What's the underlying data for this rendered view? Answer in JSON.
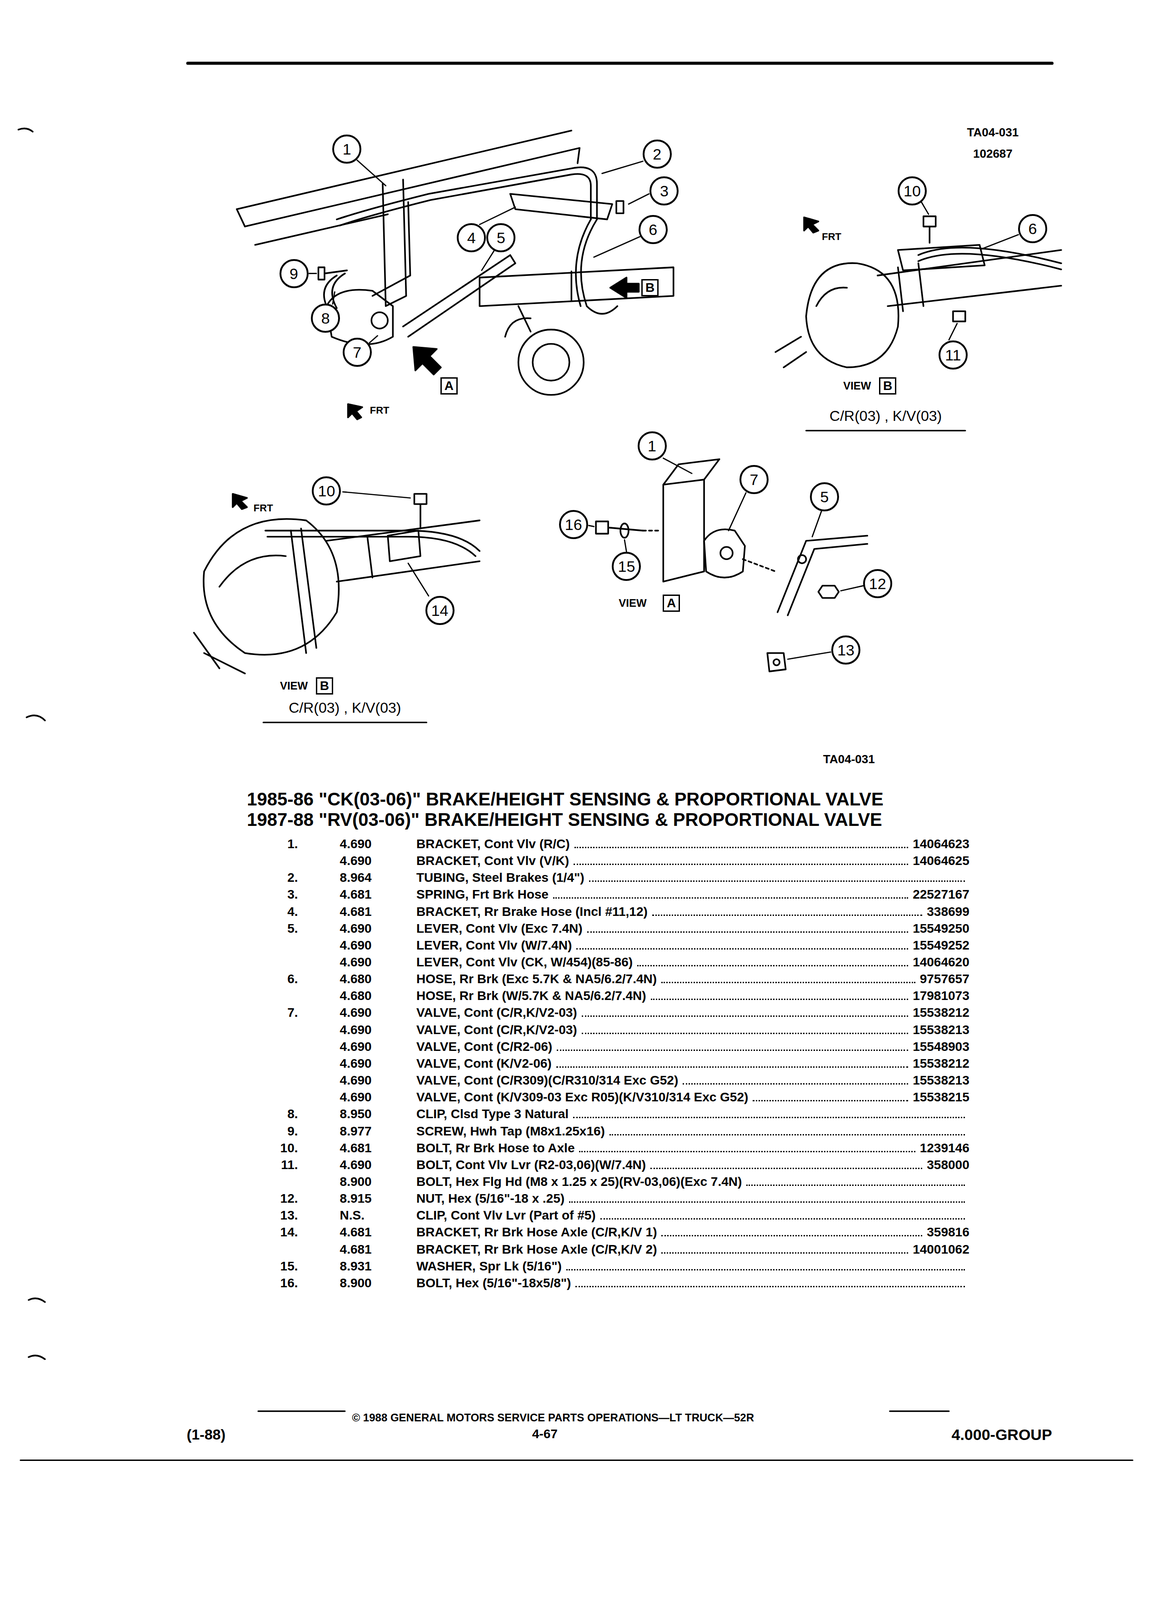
{
  "diagram": {
    "title": "1985-86 \"CK(03-06)\" BRAKE/HEIGHT SENSING & PROPORTIONAL VALVE",
    "nodes": [
      {
        "text": [
          "1"
        ]
      },
      {
        "text": [
          "2"
        ]
      },
      {
        "text": [
          "3"
        ]
      },
      {
        "text": [
          "4"
        ]
      },
      {
        "text": [
          "5"
        ]
      },
      {
        "text": [
          "6"
        ]
      },
      {
        "text": [
          "9"
        ]
      },
      {
        "text": [
          "8"
        ]
      },
      {
        "text": [
          "7"
        ]
      },
      {
        "text": [
          "B"
        ]
      },
      {
        "text": [
          "A"
        ]
      },
      {
        "text": [
          "10"
        ]
      },
      {
        "text": [
          "6"
        ]
      },
      {
        "text": [
          "11"
        ]
      },
      {
        "text": [
          "B"
        ]
      },
      {
        "text": [
          "10"
        ]
      },
      {
        "text": [
          "14"
        ]
      },
      {
        "text": [
          "B"
        ]
      },
      {
        "text": [
          "1"
        ]
      },
      {
        "text": [
          "7"
        ]
      },
      {
        "text": [
          "5"
        ]
      },
      {
        "text": [
          "16"
        ]
      },
      {
        "text": [
          "15"
        ]
      },
      {
        "text": [
          "12"
        ]
      },
      {
        "text": [
          "13"
        ]
      },
      {
        "text": [
          "A"
        ]
      }
    ],
    "labels": [
      "TA04-031",
      "102687",
      "FRT",
      "VIEW",
      "C/R(03) , K/V(03)",
      "FRT",
      "FRT",
      "VIEW",
      "VIEW",
      "C/R(03) , K/V(03)",
      "TA04-031",
      "1987-88 \"RV(03-06)\" BRAKE/HEIGHT SENSING & PROPORTIONAL VALVE",
      "1.",
      "4.690",
      "BRACKET, Cont Vlv (R/C)",
      "14064623",
      "4.690",
      "BRACKET, Cont Vlv (V/K)",
      "14064625",
      "2.",
      "8.964",
      "TUBING, Steel Brakes (1/4\")",
      "3.",
      "4.681",
      "SPRING, Frt Brk Hose",
      "22527167",
      "4.",
      "4.681",
      "BRACKET, Rr Brake Hose (Incl #11,12)",
      "338699",
      "5.",
      "4.690",
      "LEVER, Cont Vlv (Exc 7.4N)",
      "15549250",
      "4.690",
      "LEVER, Cont Vlv (W/7.4N)",
      "15549252",
      "4.690",
      "LEVER, Cont Vlv (CK, W/454)(85-86)",
      "14064620",
      "6.",
      "4.680",
      "HOSE, Rr Brk (Exc 5.7K & NA5/6.2/7.4N)",
      "9757657",
      "4.680",
      "HOSE, Rr Brk (W/5.7K & NA5/6.2/7.4N)",
      "17981073",
      "7.",
      "4.690",
      "VALVE, Cont (C/R,K/V2-03)",
      "15538212",
      "4.690",
      "VALVE, Cont (C/R,K/V2-03)",
      "15538213",
      "4.690",
      "VALVE, Cont (C/R2-06)",
      "15548903",
      "4.690",
      "VALVE, Cont (K/V2-06)",
      "15538212",
      "4.690",
      "VALVE, Cont (C/R309)(C/R310/314 Exc G52)",
      "15538213",
      "4.690",
      "VALVE, Cont (K/V309-03 Exc R05)(K/V310/314 Exc G52)",
      "15538215",
      "8.",
      "8.950",
      "CLIP, Clsd Type 3 Natural",
      "9.",
      "8.977",
      "SCREW, Hwh Tap (M8x1.25x16)",
      "10.",
      "4.681",
      "BOLT, Rr Brk Hose to Axle",
      "1239146",
      "11.",
      "4.690",
      "BOLT, Cont Vlv Lvr (R2-03,06)(W/7.4N)",
      "358000",
      "8.900",
      "BOLT, Hex Flg Hd (M8 x 1.25 x 25)(RV-03,06)(Exc 7.4N)",
      "12.",
      "8.915",
      "NUT, Hex (5/16\"-18 x .25)",
      "13.",
      "N.S.",
      "CLIP, Cont Vlv Lvr (Part of #5)",
      "14.",
      "4.681",
      "BRACKET, Rr Brk Hose Axle (C/R,K/V 1)",
      "359816",
      "4.681",
      "BRACKET, Rr Brk Hose Axle (C/R,K/V 2)",
      "14001062",
      "15.",
      "8.931",
      "WASHER, Spr Lk (5/16\")",
      "16.",
      "8.900",
      "BOLT, Hex (5/16\"-18x5/8\")",
      "© 1988 GENERAL MOTORS SERVICE PARTS OPERATIONS—LT TRUCK—52R",
      "(1-88)",
      "4-67",
      "4.000-GROUP"
    ]
  }
}
